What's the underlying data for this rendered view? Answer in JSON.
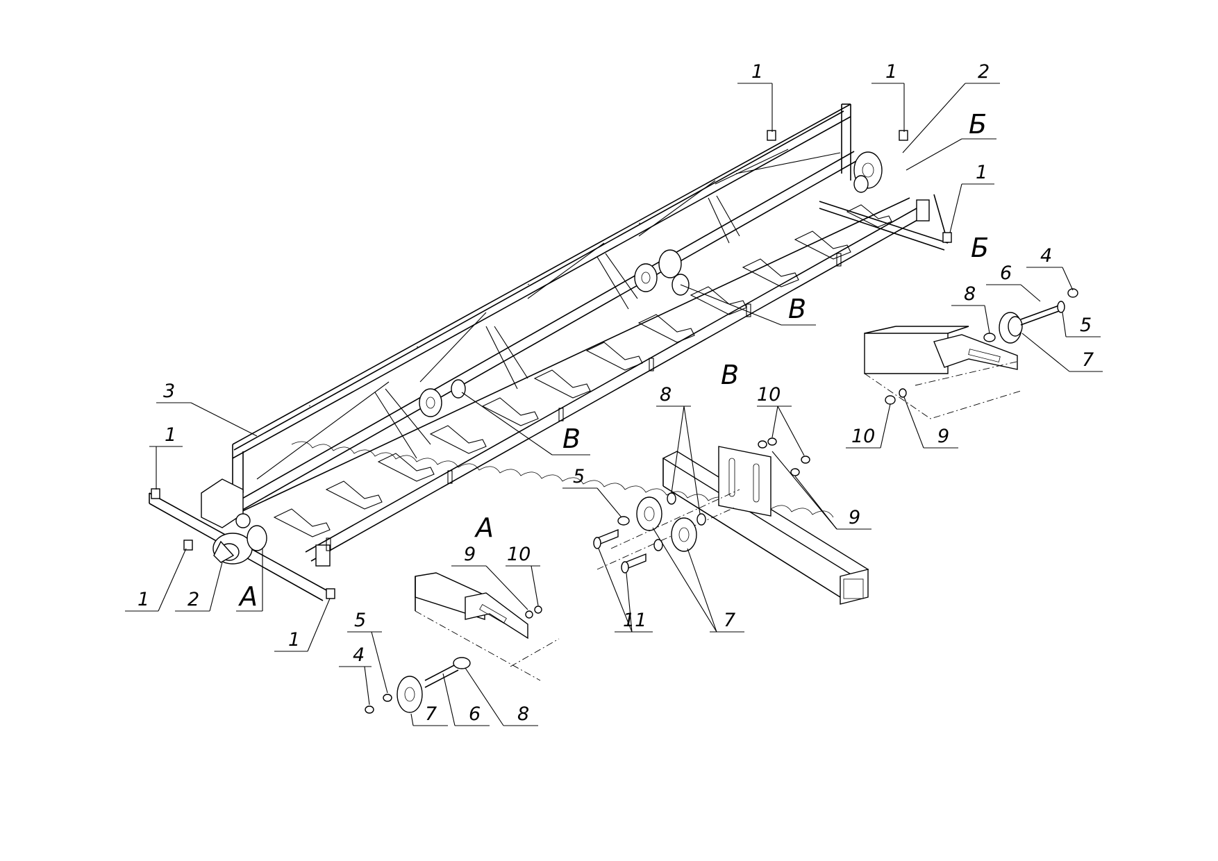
{
  "callouts": {
    "c1a": "1",
    "c1b": "1",
    "c1c": "1",
    "c1d": "1",
    "c1e": "1",
    "c1f": "1",
    "c2a": "2",
    "c2b": "2",
    "c3": "3",
    "vA": "А",
    "vB1": "Б",
    "vV1": "В",
    "vV2": "В",
    "b_title": "Б",
    "b4": "4",
    "b6": "6",
    "b8": "8",
    "b5": "5",
    "b7": "7",
    "b10": "10",
    "b9": "9",
    "v_title": "В",
    "v8": "8",
    "v10": "10",
    "v5": "5",
    "v9": "9",
    "v11": "11",
    "v7": "7",
    "a_title": "А",
    "a9": "9",
    "a10": "10",
    "a5": "5",
    "a4": "4",
    "a7": "7",
    "a6": "6",
    "a8": "8"
  }
}
